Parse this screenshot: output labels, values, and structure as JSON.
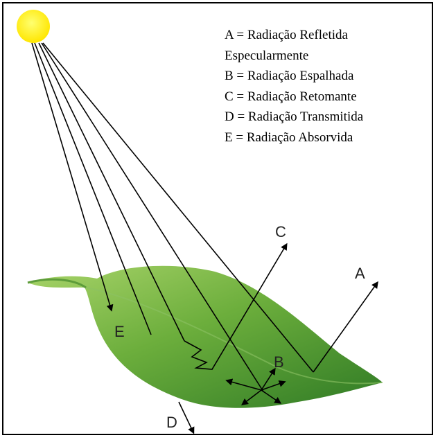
{
  "legend": [
    "A = Radiação Refletida",
    "Especularmente",
    "B = Radiação Espalhada",
    "C = Radiação Retomante",
    "D = Radiação Transmitida",
    "E = Radiação Absorvida"
  ],
  "labels": {
    "a": "A",
    "b": "B",
    "c": "C",
    "d": "D",
    "e": "E"
  },
  "colors": {
    "sun": "#ffee00",
    "leaf_light": "#9ccf5a",
    "leaf_dark": "#3f8a2a",
    "ray": "#000000"
  }
}
